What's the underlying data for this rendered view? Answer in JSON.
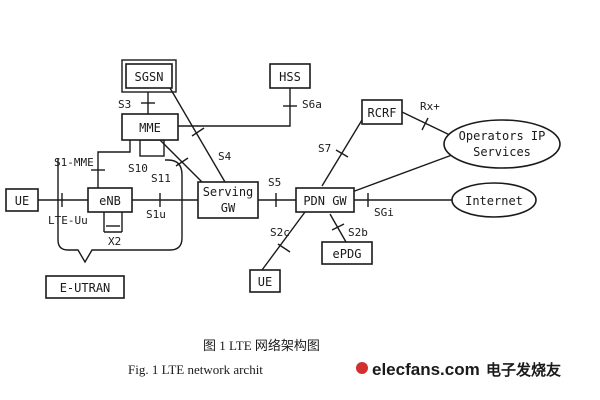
{
  "nodes": {
    "ue_left": "UE",
    "enb": "eNB",
    "mme": "MME",
    "sgsn": "SGSN",
    "hss": "HSS",
    "serving_gw_line1": "Serving",
    "serving_gw_line2": "GW",
    "pdn_gw": "PDN GW",
    "rcrf": "RCRF",
    "operators_line1": "Operators IP",
    "operators_line2": "Services",
    "internet": "Internet",
    "ue_bottom": "UE",
    "epdg": "ePDG",
    "eutran": "E-UTRAN"
  },
  "interfaces": {
    "s1_mme": "S1-MME",
    "s10": "S10",
    "s11": "S11",
    "s3": "S3",
    "s4": "S4",
    "s6a": "S6a",
    "s5": "S5",
    "s7": "S7",
    "rx": "Rx+",
    "sgi": "SGi",
    "s1u": "S1u",
    "lte_uu": "LTE-Uu",
    "x2": "X2",
    "s2c": "S2c",
    "s2b": "S2b"
  },
  "caption": {
    "cn": "图 1   LTE 网络架构图",
    "en": "Fig. 1   LTE network archit"
  },
  "watermark": {
    "site": "elecfans.com",
    "cn": "电子发烧友"
  },
  "colors": {
    "ink": "#1a1a1a",
    "watermark_blue": "#1565c0",
    "watermark_red": "#d32f2f",
    "background": "#ffffff"
  }
}
